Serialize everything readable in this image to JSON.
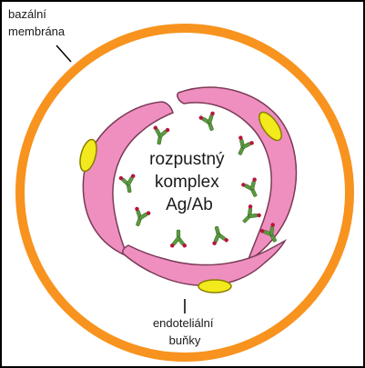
{
  "labels": {
    "basement_membrane": [
      "bazální",
      "membrána"
    ],
    "endothelial_cells": [
      "endoteliální",
      "buňky"
    ],
    "center": [
      "rozpustný",
      "komplex",
      "Ag/Ab"
    ]
  },
  "colors": {
    "border": "#000000",
    "membrane": "#f7931e",
    "cell_fill": "#ef8fc0",
    "cell_stroke": "#7a3b55",
    "nucleus_fill": "#f2ea1c",
    "nucleus_stroke": "#8a7d00",
    "antibody": "#5a9a3e",
    "antibody_stroke": "#2f5a22",
    "antigen": "#b5163c",
    "text": "#1a1a1a"
  },
  "icons": {
    "antibody": "y-shaped-antibody",
    "antigen": "red-dot-antigen"
  }
}
